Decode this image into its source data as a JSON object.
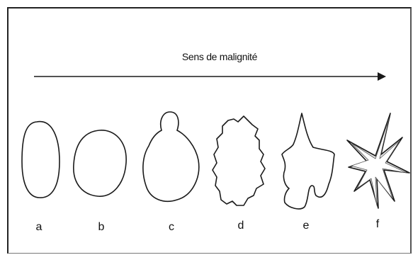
{
  "title": "Sens de malignité",
  "shapes": [
    {
      "id": "a",
      "label": "a"
    },
    {
      "id": "b",
      "label": "b"
    },
    {
      "id": "c",
      "label": "c"
    },
    {
      "id": "d",
      "label": "d"
    },
    {
      "id": "e",
      "label": "e"
    },
    {
      "id": "f",
      "label": "f"
    }
  ],
  "colors": {
    "stroke": "#1a1a1a",
    "frame": "#222222",
    "background": "#ffffff"
  }
}
